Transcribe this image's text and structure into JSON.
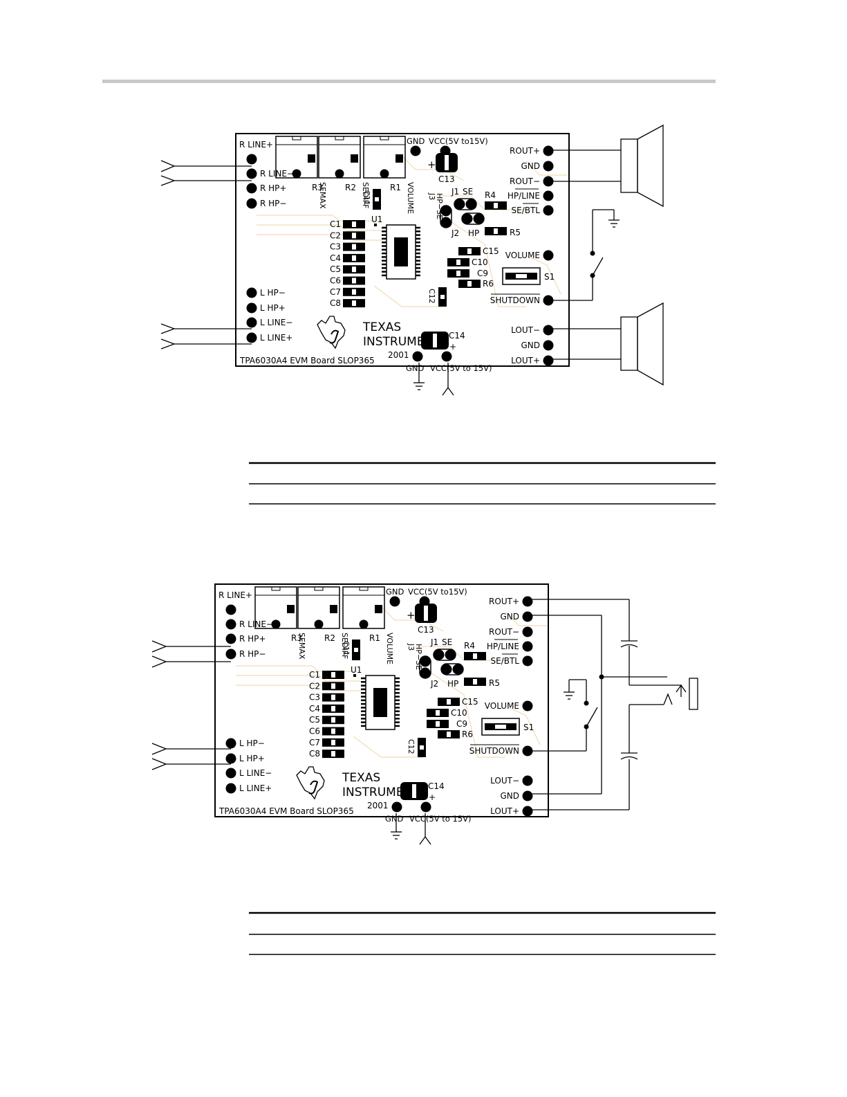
{
  "boards": [
    {
      "id": "speaker",
      "top_connectors": {
        "gnd": "GND",
        "vcc": "VCC(5V to15V)"
      },
      "pots": [
        {
          "ref": "R3",
          "label": "SEMAX"
        },
        {
          "ref": "R2",
          "label": "SEDIFF"
        },
        {
          "ref": "R1",
          "label": "VOLUME"
        }
      ],
      "left_terminals": [
        "R LINE+",
        "R LINE−",
        "R HP+",
        "R HP−",
        "L HP−",
        "L HP+",
        "L LINE−",
        "L LINE+"
      ],
      "right_terminals_top": [
        "ROUT+",
        "GND",
        "ROUT−"
      ],
      "mode_terminals": [
        "HP/LINE",
        "SE/BTL"
      ],
      "right_terminals_bottom": [
        "VOLUME",
        "SHUTDOWN"
      ],
      "lout_terminals": [
        "LOUT−",
        "GND",
        "LOUT+"
      ],
      "caps": [
        "C1",
        "C2",
        "C3",
        "C4",
        "C5",
        "C6",
        "C7",
        "C8"
      ],
      "parts": {
        "c11": "C11",
        "u1": "U1",
        "c13": "C13",
        "plus": "+",
        "j1": "J1",
        "se": "SE",
        "j2": "J2",
        "hp": "HP",
        "j3": "J3",
        "hpse": "HP−SE",
        "r4": "R4",
        "r5": "R5",
        "c15": "C15",
        "c10": "C10",
        "c9": "C9",
        "r6": "R6",
        "c12": "C12",
        "s1": "S1",
        "c14": "C14"
      },
      "logo": {
        "line1": "TEXAS",
        "line2": "INSTRUMENTS",
        "year": "2001"
      },
      "board_label": "TPA6030A4 EVM Board SLOP365",
      "bottom_connectors": {
        "gnd": "GND",
        "vcc": "VCC(5V to 15V)"
      }
    },
    {
      "id": "headphone",
      "top_connectors": {
        "gnd": "GND",
        "vcc": "VCC(5V to15V)"
      },
      "pots": [
        {
          "ref": "R3",
          "label": "SEMAX"
        },
        {
          "ref": "R2",
          "label": "SEDIFF"
        },
        {
          "ref": "R1",
          "label": "VOLUME"
        }
      ],
      "left_terminals": [
        "R LINE+",
        "R LINE−",
        "R HP+",
        "R HP−",
        "L HP−",
        "L HP+",
        "L LINE−",
        "L LINE+"
      ],
      "right_terminals_top": [
        "ROUT+",
        "GND",
        "ROUT−"
      ],
      "mode_terminals": [
        "HP/LINE",
        "SE/BTL"
      ],
      "right_terminals_bottom": [
        "VOLUME",
        "SHUTDOWN"
      ],
      "lout_terminals": [
        "LOUT−",
        "GND",
        "LOUT+"
      ],
      "caps": [
        "C1",
        "C2",
        "C3",
        "C4",
        "C5",
        "C6",
        "C7",
        "C8"
      ],
      "parts": {
        "c11": "C11",
        "u1": "U1",
        "c13": "C13",
        "plus": "+",
        "j1": "J1",
        "se": "SE",
        "j2": "J2",
        "hp": "HP",
        "j3": "J3",
        "hpse": "HP−SE",
        "r4": "R4",
        "r5": "R5",
        "c15": "C15",
        "c10": "C10",
        "c9": "C9",
        "r6": "R6",
        "c12": "C12",
        "s1": "S1",
        "c14": "C14"
      },
      "logo": {
        "line1": "TEXAS",
        "line2": "INSTRUMENTS",
        "year": "2001"
      },
      "board_label": "TPA6030A4 EVM Board SLOP365",
      "bottom_connectors": {
        "gnd": "GND",
        "vcc": "VCC(5V to 15V)"
      }
    }
  ]
}
